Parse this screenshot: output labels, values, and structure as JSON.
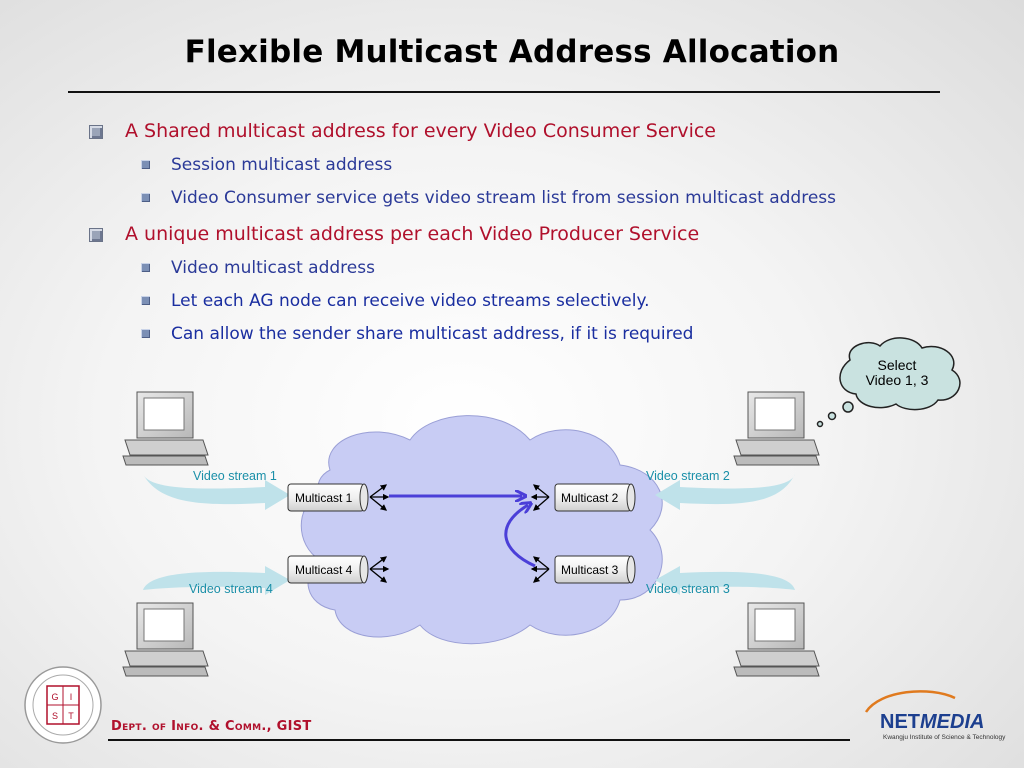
{
  "slide": {
    "title": "Flexible Multicast Address Allocation",
    "bullets": [
      {
        "text": "A Shared multicast address for every Video Consumer Service",
        "sub": [
          "Session multicast address",
          "Video Consumer service gets video stream list from session multicast address"
        ]
      },
      {
        "text": "A unique multicast address per each Video Producer Service",
        "sub": [
          "Video multicast address",
          "Let each AG node can receive video streams selectively.",
          "Can allow the sender share multicast address, if it is required"
        ]
      }
    ]
  },
  "diagram": {
    "nodes": [
      "Multicast 1",
      "Multicast 2",
      "Multicast 3",
      "Multicast 4"
    ],
    "streams": [
      "Video stream 1",
      "Video stream 2",
      "Video stream 3",
      "Video stream 4"
    ],
    "thought": [
      "Select",
      "Video 1, 3"
    ]
  },
  "footer": {
    "dept": "Dept. of Info. & Comm., GIST",
    "logo_left": [
      "G",
      "I",
      "S",
      "T"
    ],
    "logo_right": {
      "net": "NET",
      "media": "MEDIA",
      "caption": "Kwangju Institute of Science & Technology"
    }
  },
  "colors": {
    "accent_red": "#b0102c",
    "accent_blue": "#2b3a98",
    "cloud": "#c8ccf4",
    "stream_text": "#1a8fa8"
  }
}
